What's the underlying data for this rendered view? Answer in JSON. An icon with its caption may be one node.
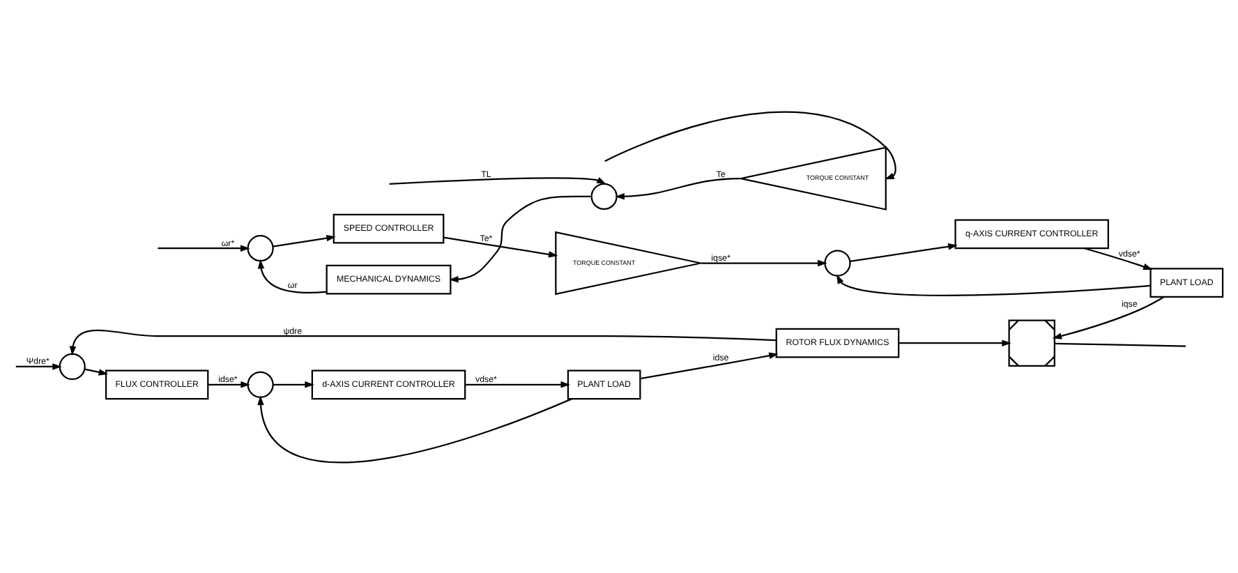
{
  "diagram": {
    "nodes": [
      {
        "text": [],
        "shape": "circle"
      },
      {
        "text": [
          "FLUX CONTROLLER"
        ]
      },
      {
        "text": [],
        "shape": "circle"
      },
      {
        "text": [
          "d-AXIS CURRENT CONTROLLER"
        ]
      },
      {
        "text": [
          "PLANT LOAD"
        ]
      },
      {
        "text": [
          "ROTOR FLUX DYNAMICS"
        ]
      },
      {
        "text": [],
        "shape": "box"
      },
      {
        "text": [],
        "shape": "circle"
      },
      {
        "text": [
          "SPEED CONTROLLER"
        ]
      },
      {
        "text": [
          "TORQUE CONSTANT"
        ]
      },
      {
        "text": [],
        "shape": "circle"
      },
      {
        "text": [
          "q-AXIS CURRENT CONTROLLER"
        ]
      },
      {
        "text": [
          "PLANT LOAD"
        ]
      },
      {
        "text": [
          "MECHANICAL DYNAMICS"
        ]
      },
      {
        "text": [],
        "shape": "circle"
      },
      {
        "text": [
          "TORQUE CONSTANT"
        ]
      }
    ],
    "edges": [
      {
        "from": null,
        "to": 0,
        "arrow": "to",
        "label": "Ψdre*"
      },
      {
        "from": 5,
        "to": 0,
        "arrow": "to",
        "label": "ψdre"
      },
      {
        "from": 0,
        "to": 1,
        "arrow": "to"
      },
      {
        "from": 1,
        "to": 2,
        "arrow": "to",
        "label": "idse*"
      },
      {
        "from": 2,
        "to": 3,
        "arrow": "to"
      },
      {
        "from": 3,
        "to": 4,
        "arrow": "to",
        "label": "vdse*"
      },
      {
        "from": 4,
        "to": 5,
        "arrow": "to",
        "label": "idse"
      },
      {
        "from": 4,
        "to": 2,
        "arrow": "to"
      },
      {
        "from": 5,
        "to": 6,
        "arrow": "to"
      },
      {
        "from": 6,
        "to": null,
        "arrow": "none"
      },
      {
        "from": null,
        "to": 7,
        "arrow": "to",
        "label": "ωr*"
      },
      {
        "from": 7,
        "to": 8,
        "arrow": "to"
      },
      {
        "from": 8,
        "to": 9,
        "arrow": "to",
        "label": "Te*"
      },
      {
        "from": 9,
        "to": 10,
        "arrow": "to",
        "label": "iqse*"
      },
      {
        "from": 10,
        "to": 11,
        "arrow": "to"
      },
      {
        "from": 11,
        "to": 12,
        "arrow": "to",
        "label": "vdse*"
      },
      {
        "from": 12,
        "to": 6,
        "arrow": "to",
        "label": "iqse"
      },
      {
        "from": 12,
        "to": 10,
        "arrow": "to"
      },
      {
        "from": null,
        "to": 15,
        "arrow": "to"
      },
      {
        "from": 15,
        "to": 14,
        "arrow": "to",
        "label": "Te"
      },
      {
        "from": null,
        "to": 14,
        "arrow": "to",
        "label": "TL"
      },
      {
        "from": 14,
        "to": 13,
        "arrow": "to"
      },
      {
        "from": 13,
        "to": 7,
        "arrow": "to",
        "label": "ωr"
      }
    ]
  }
}
